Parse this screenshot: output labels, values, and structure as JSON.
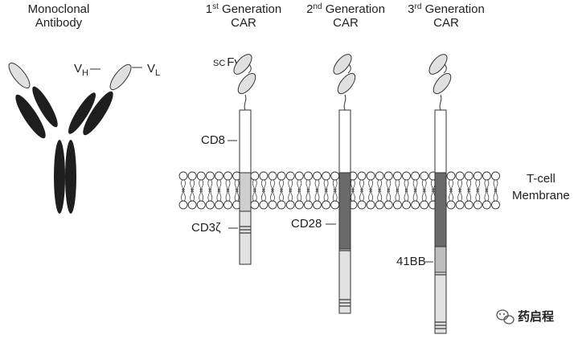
{
  "titles": {
    "mab_line1": "Monoclonal",
    "mab_line2": "Antibody",
    "car1_num": "1",
    "car1_sup": "st",
    "car1_rest": " Generation",
    "car1_line2": "CAR",
    "car2_num": "2",
    "car2_sup": "nd",
    "car2_rest": " Generation",
    "car2_line2": "CAR",
    "car3_num": "3",
    "car3_sup": "rd",
    "car3_rest": " Generation",
    "car3_line2": "CAR"
  },
  "labels": {
    "vh_main": "V",
    "vh_sub": "H",
    "vl_main": "V",
    "vl_sub": "L",
    "scfv_prefix": "SC",
    "scfv_main": "Fv",
    "cd8": "CD8",
    "cd3z": "CD3ζ",
    "cd28": "CD28",
    "bb41": "41BB",
    "membrane_line1": "T-cell",
    "membrane_line2": "Membrane"
  },
  "watermark": {
    "text": "药启程",
    "icon": "wechat-icon"
  },
  "colors": {
    "heavy_chain": "#1e1e1e",
    "light_domain": "#e0e0e0",
    "cd28_domain": "#6a6a6a",
    "cd3z_domain": "#d0d0d0",
    "outline": "#333333"
  }
}
